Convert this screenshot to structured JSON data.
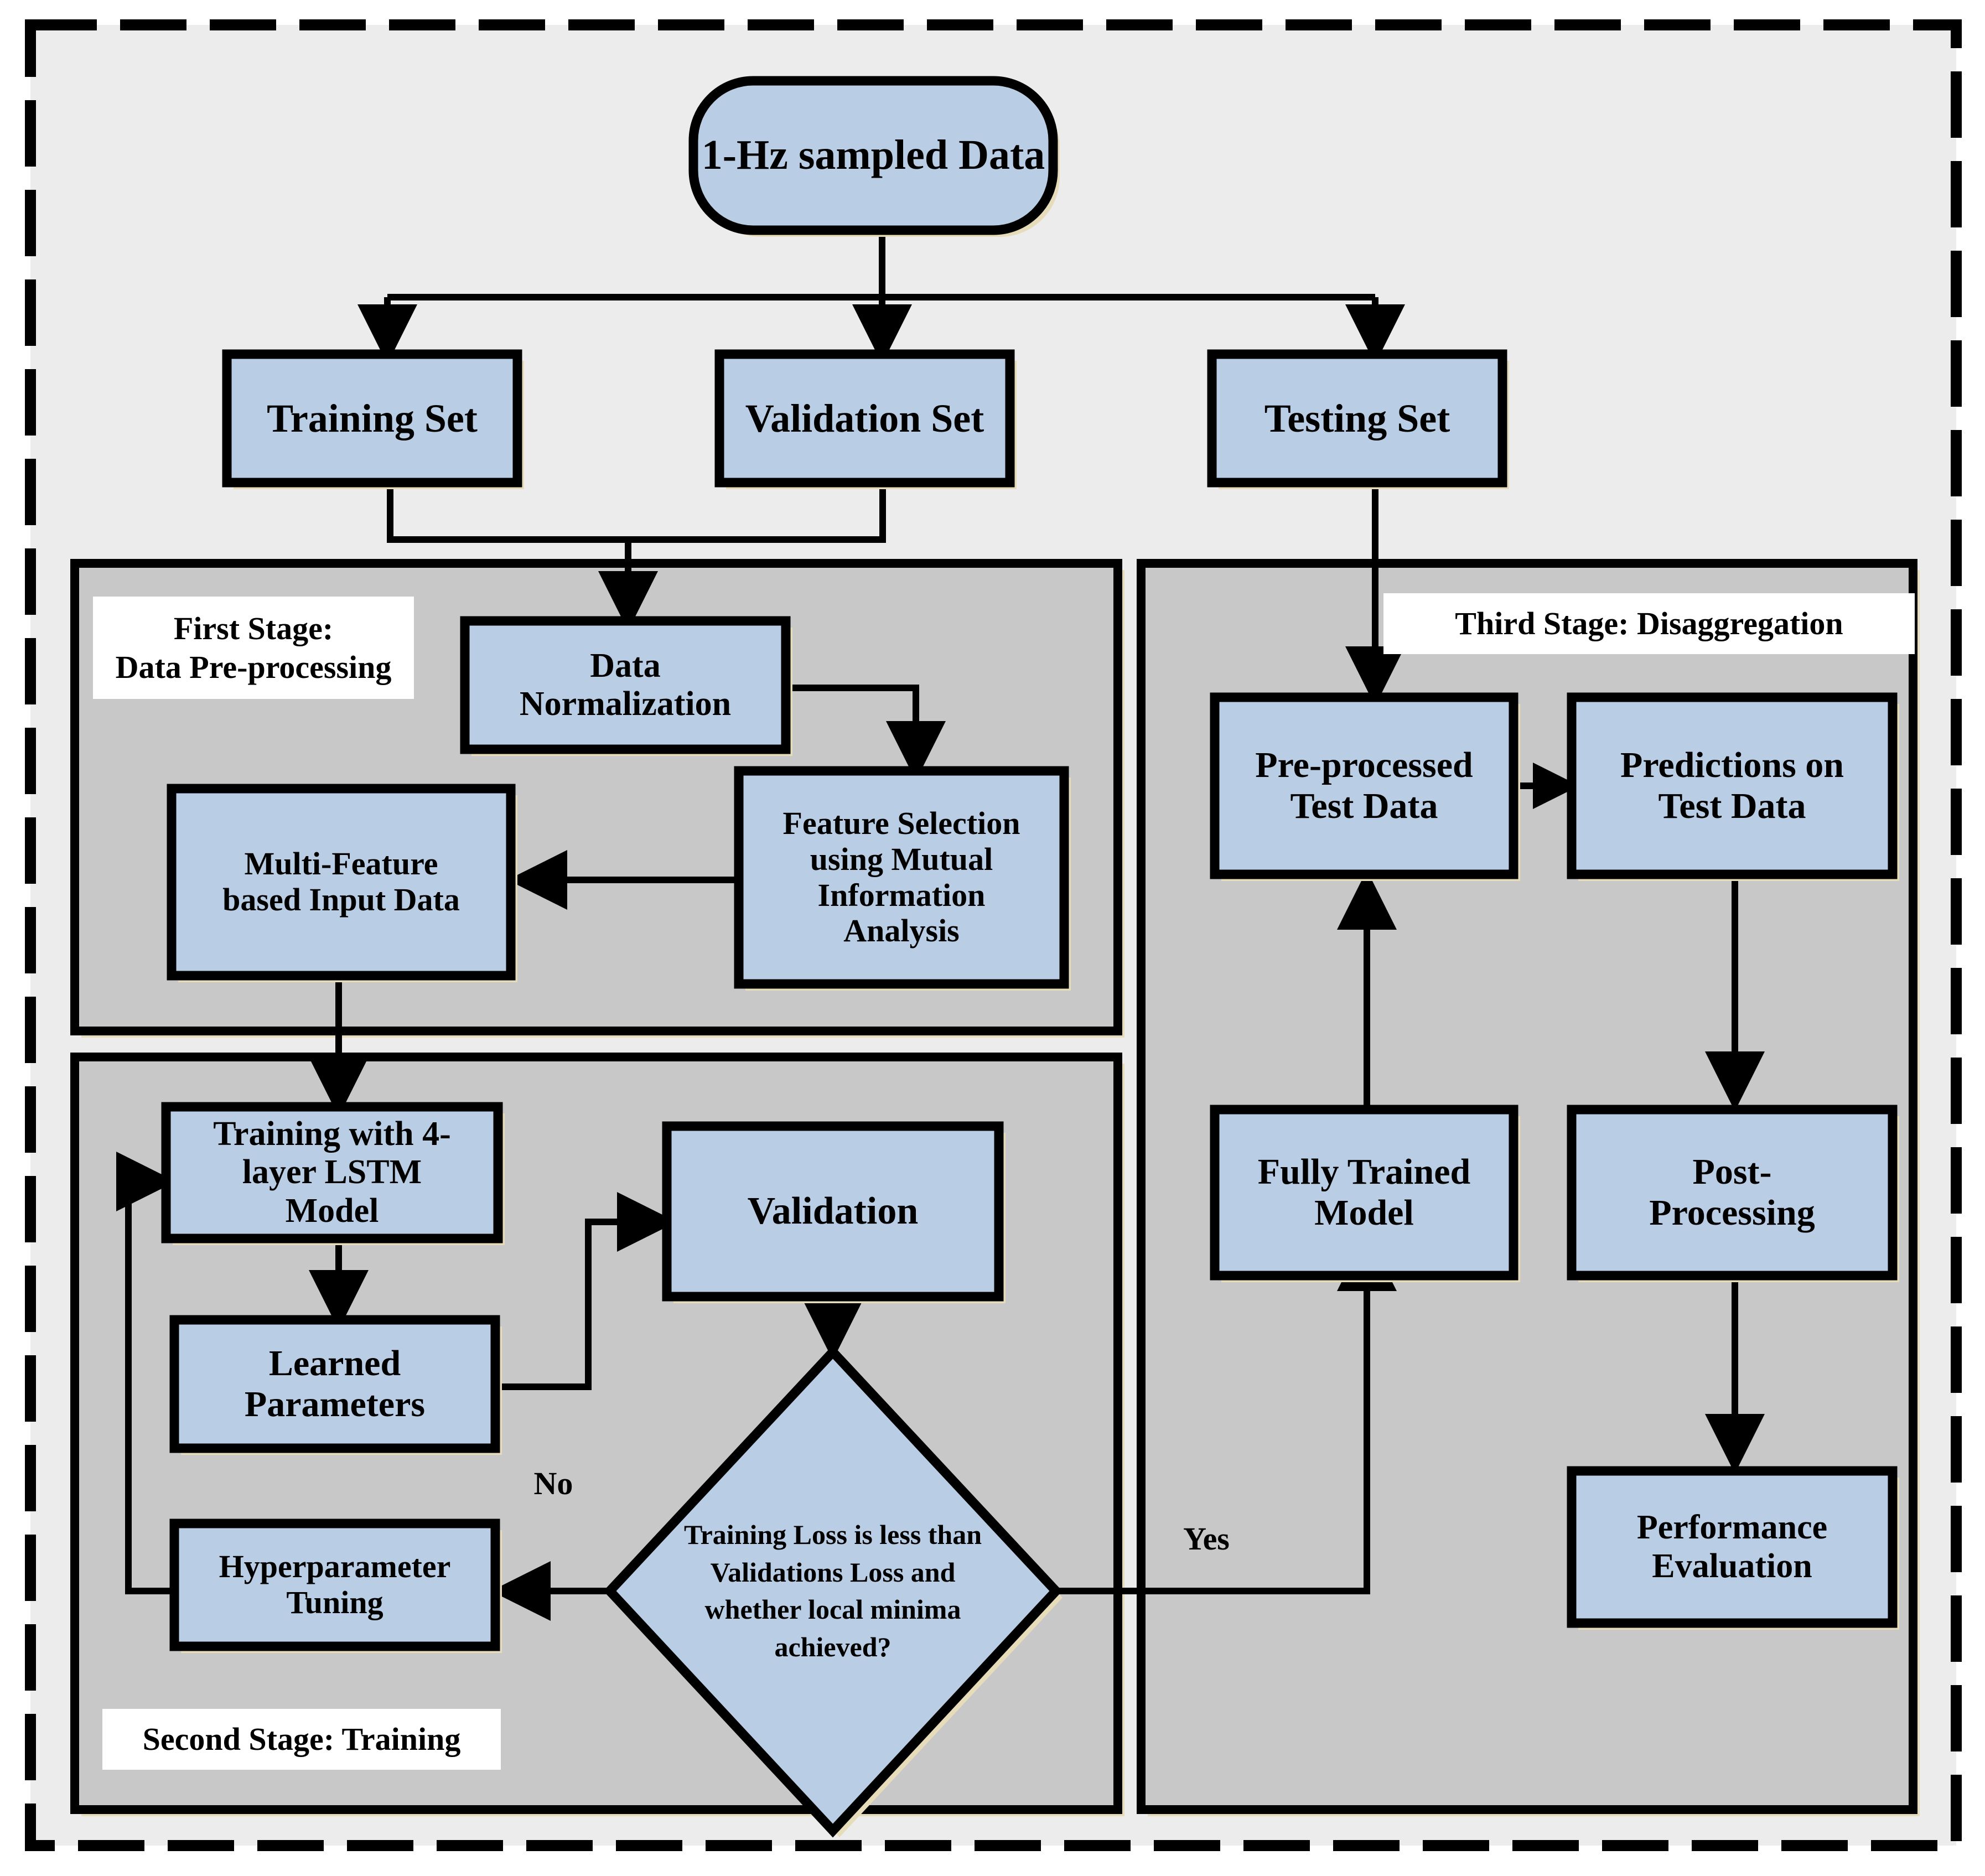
{
  "diagram": {
    "title": "Three-stage LSTM energy disaggregation workflow",
    "colors": {
      "node_fill": "#b9cde5",
      "node_stroke": "#000000",
      "stage_panel_fill": "#c8c8c8",
      "outer_fill": "#ececec",
      "dashed_border": "#000000",
      "shadow": "#e7dcb9",
      "text": "#000000"
    },
    "start": {
      "label": "1-Hz sampled Data"
    },
    "splits": [
      {
        "id": "training-set",
        "label": "Training Set"
      },
      {
        "id": "validation-set",
        "label": "Validation Set"
      },
      {
        "id": "testing-set",
        "label": "Testing Set"
      }
    ],
    "stages": [
      {
        "id": "first-stage",
        "tag_lines": [
          "First Stage:",
          "Data Pre-processing"
        ],
        "nodes": [
          {
            "id": "data-normalization",
            "label": "Data\nNormalization"
          },
          {
            "id": "feature-selection",
            "label": "Feature Selection\nusing Mutual\nInformation\nAnalysis"
          },
          {
            "id": "multi-feature-input",
            "label": "Multi-Feature\nbased Input Data"
          }
        ]
      },
      {
        "id": "second-stage",
        "tag_lines": [
          "Second Stage: Training"
        ],
        "nodes": [
          {
            "id": "training-lstm",
            "label": "Training with 4-\nlayer LSTM\nModel"
          },
          {
            "id": "learned-parameters",
            "label": "Learned\nParameters"
          },
          {
            "id": "hyperparameter-tuning",
            "label": "Hyperparameter\nTuning"
          },
          {
            "id": "validation",
            "label": "Validation"
          },
          {
            "id": "decision",
            "label": "Training Loss is less than\nValidations Loss and\nwhether local minima\nachieved?"
          }
        ],
        "edge_labels": [
          {
            "id": "no-label",
            "text": "No"
          },
          {
            "id": "yes-label",
            "text": "Yes"
          }
        ]
      },
      {
        "id": "third-stage",
        "tag_lines": [
          "Third Stage: Disaggregation"
        ],
        "nodes": [
          {
            "id": "preprocessed-test-data",
            "label": "Pre-processed\nTest Data"
          },
          {
            "id": "predictions-test-data",
            "label": "Predictions on\nTest Data"
          },
          {
            "id": "fully-trained-model",
            "label": "Fully Trained\nModel"
          },
          {
            "id": "post-processing",
            "label": "Post-\nProcessing"
          },
          {
            "id": "performance-evaluation",
            "label": "Performance\nEvaluation"
          }
        ]
      }
    ]
  }
}
